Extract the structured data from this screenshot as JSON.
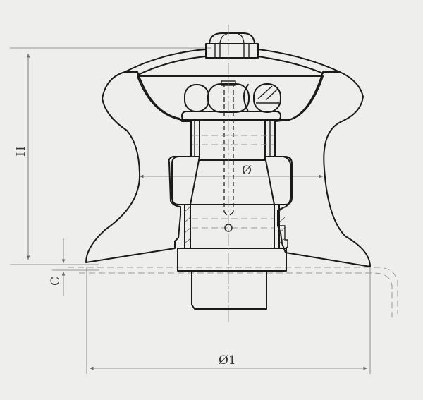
{
  "drawing": {
    "type": "sectional engineering drawing",
    "subject": "capstan / warping head cross-section",
    "colors": {
      "background": "#eeeeec",
      "line": "#1a1a1a",
      "dimension": "#777777"
    }
  },
  "dimensions": {
    "height_label": "H",
    "clearance_label": "C",
    "inner_diameter_label": "Ø",
    "outer_diameter_label": "Ø1"
  }
}
